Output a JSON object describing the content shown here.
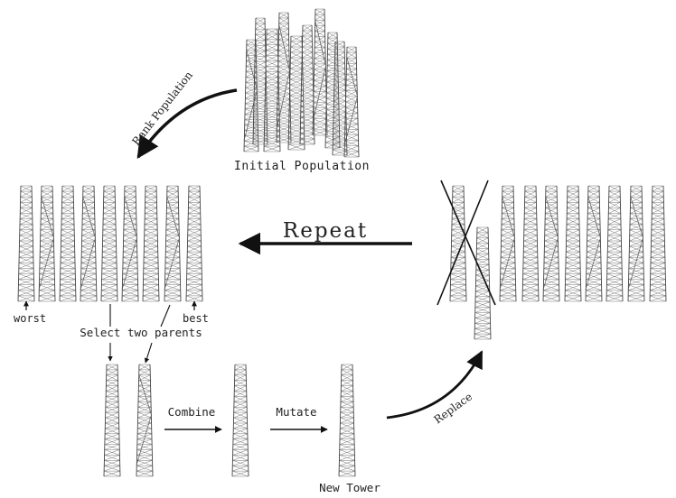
{
  "labels": {
    "initial_population": "Initial Population",
    "rank_population": "Rank Population",
    "repeat": "Repeat",
    "worst": "worst",
    "best": "best",
    "select_two_parents": "Select two parents",
    "combine": "Combine",
    "mutate": "Mutate",
    "new_tower": "New Tower",
    "replace": "Replace"
  },
  "colors": {
    "line": "#111111",
    "tower": "#777777",
    "text": "#222222"
  }
}
